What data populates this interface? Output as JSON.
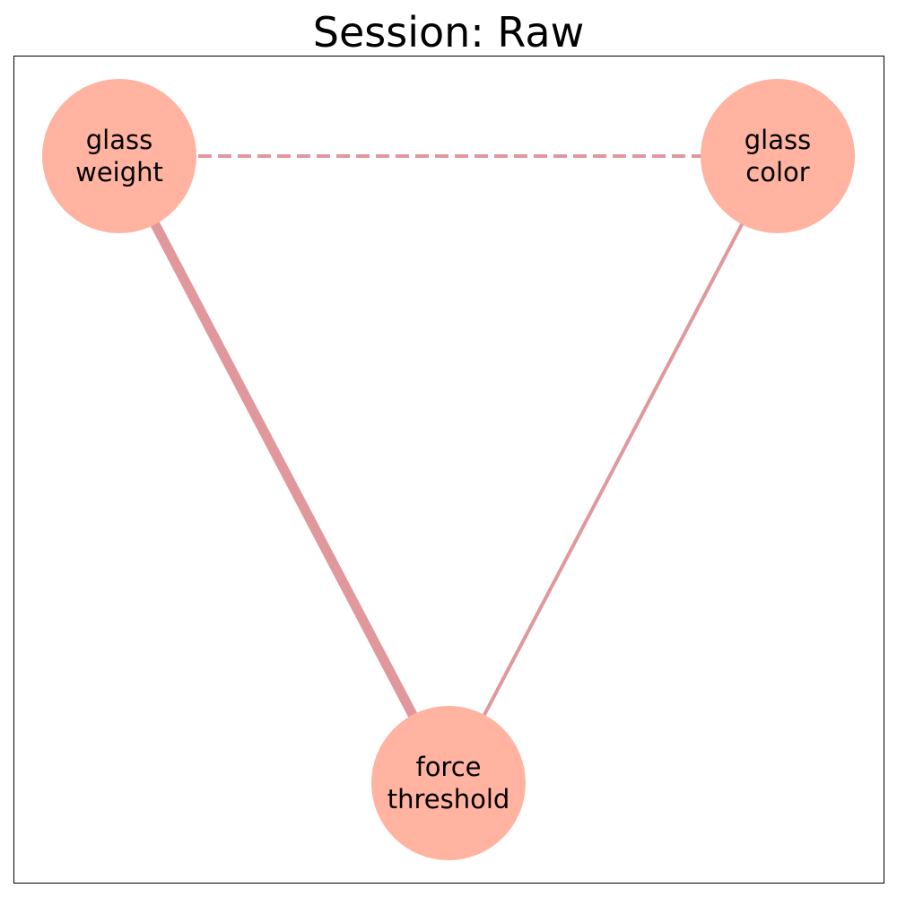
{
  "title": "Session: Raw",
  "colors": {
    "node_fill": "#ffb3a0",
    "edge": "#e0989c",
    "frame": "#000000"
  },
  "nodes": [
    {
      "id": "glass_weight",
      "lines": [
        "glass",
        "weight"
      ]
    },
    {
      "id": "glass_color",
      "lines": [
        "glass",
        "color"
      ]
    },
    {
      "id": "force_threshold",
      "lines": [
        "force",
        "threshold"
      ]
    }
  ],
  "edges": [
    {
      "from": "glass_weight",
      "to": "glass_color",
      "style": "dashed",
      "strength": "weak"
    },
    {
      "from": "glass_weight",
      "to": "force_threshold",
      "style": "solid",
      "strength": "strong"
    },
    {
      "from": "glass_color",
      "to": "force_threshold",
      "style": "solid",
      "strength": "medium"
    }
  ]
}
